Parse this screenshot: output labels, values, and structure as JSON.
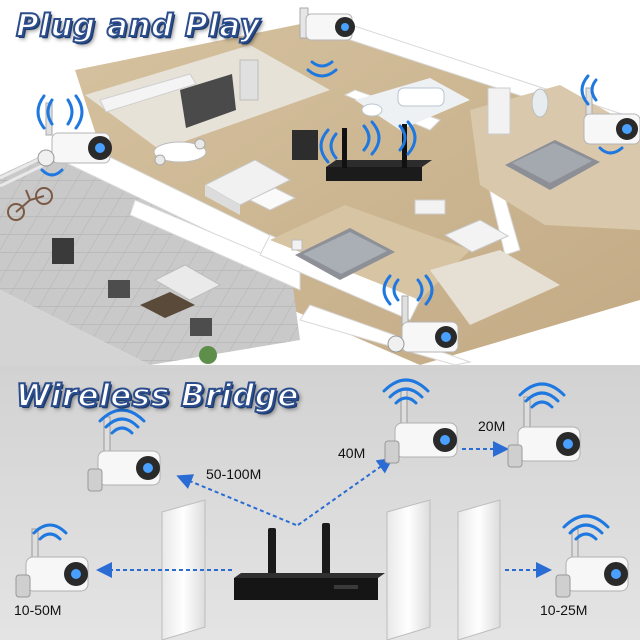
{
  "top": {
    "title": "Plug and Play"
  },
  "bottom": {
    "title": "Wireless Bridge",
    "labels": {
      "cam_upper_left": "50-100M",
      "cam_upper_middle": "40M",
      "cam_upper_right": "20M",
      "cam_lower_left": "10-50M",
      "cam_lower_right": "10-25M"
    }
  },
  "colors": {
    "wall": "#ffffff",
    "floor_wood": "#cdb896",
    "floor_tile": "#c6c6c6",
    "bottom_background": "#dcdcdc",
    "arrow_blue": "#2b6cd4",
    "wifi_blue": "#1e78e0",
    "title_stroke": "#2c4d8c"
  }
}
